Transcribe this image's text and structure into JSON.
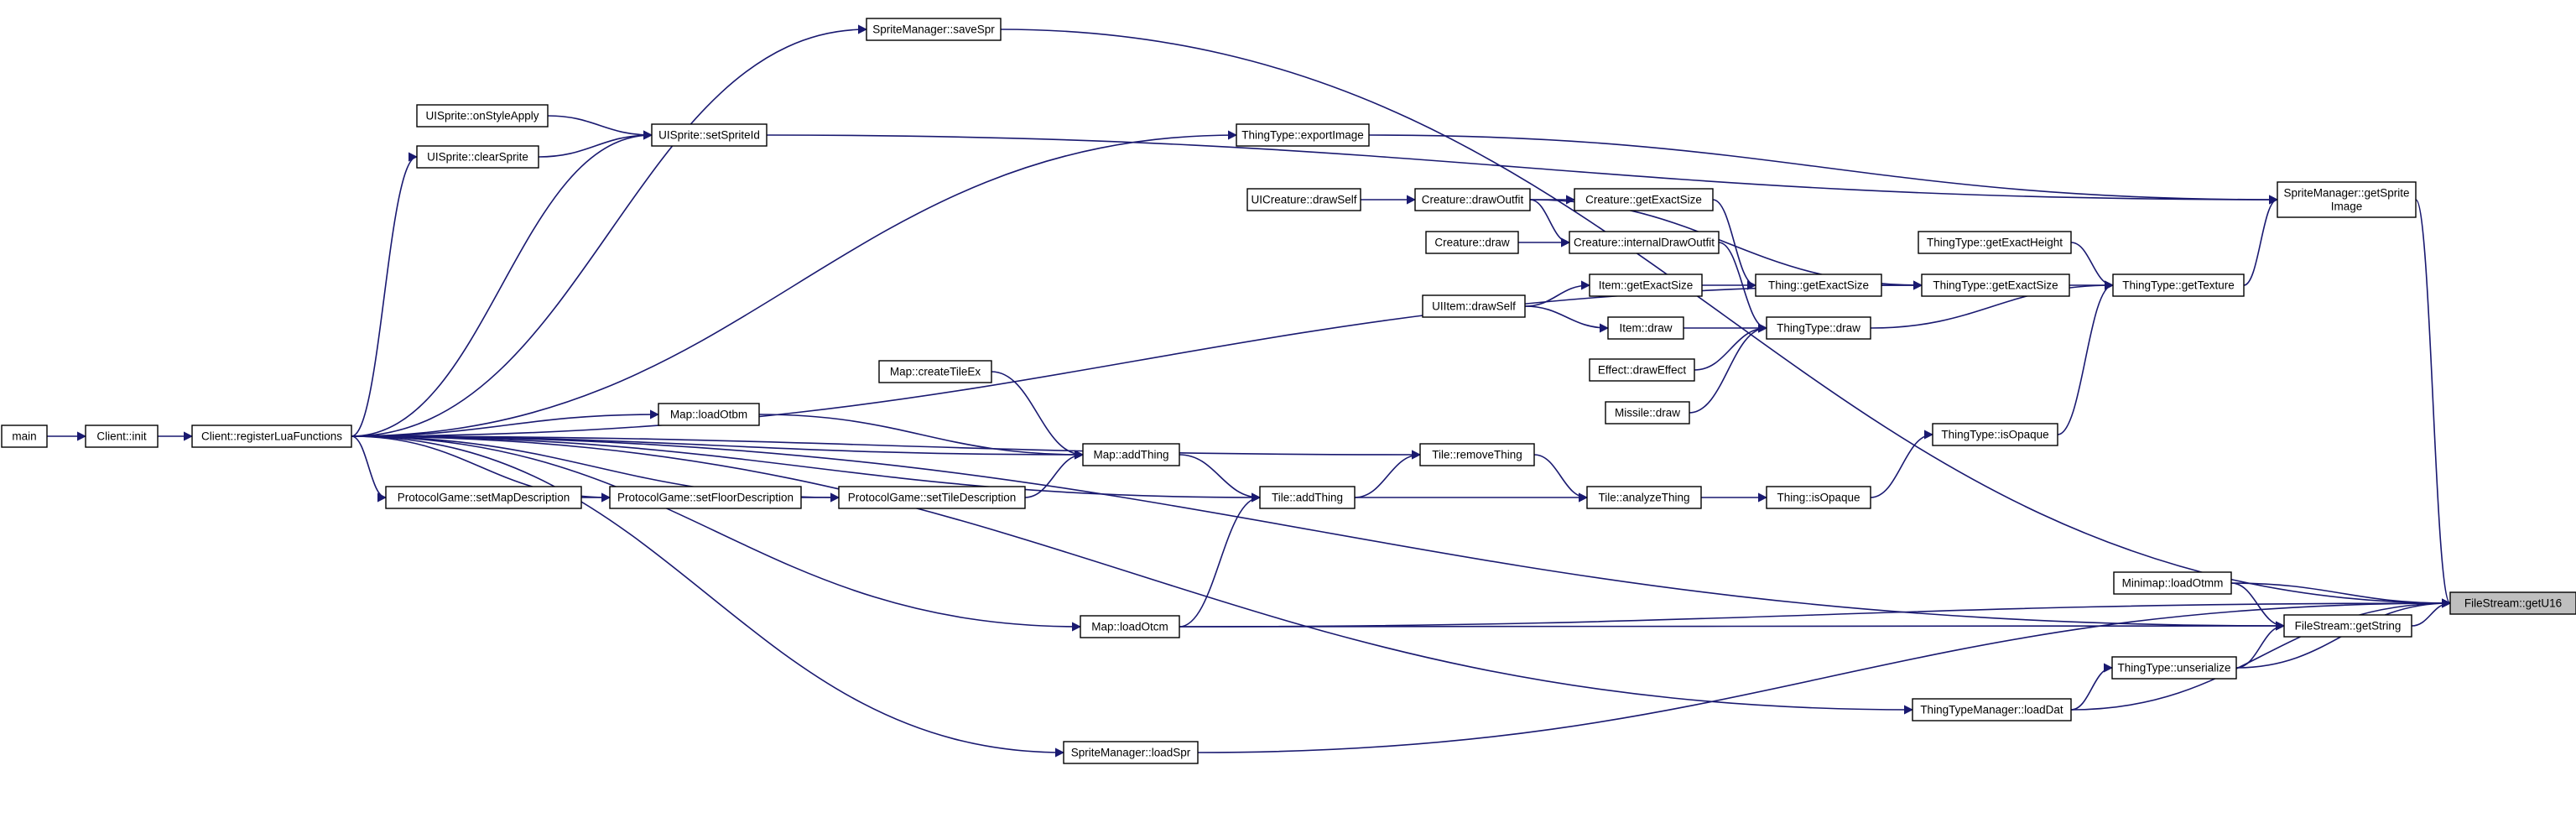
{
  "graph": {
    "target_fill": "#bfbfbf",
    "edge_color": "#191970",
    "nodes": [
      {
        "id": "main",
        "label": [
          "main"
        ]
      },
      {
        "id": "client_init",
        "label": [
          "Client::init"
        ]
      },
      {
        "id": "register_lua",
        "label": [
          "Client::registerLuaFunctions"
        ]
      },
      {
        "id": "save_spr",
        "label": [
          "SpriteManager::saveSpr"
        ]
      },
      {
        "id": "uisprite_onstyle",
        "label": [
          "UISprite::onStyleApply"
        ]
      },
      {
        "id": "uisprite_clear",
        "label": [
          "UISprite::clearSprite"
        ]
      },
      {
        "id": "uisprite_setid",
        "label": [
          "UISprite::setSpriteId"
        ]
      },
      {
        "id": "tt_export",
        "label": [
          "ThingType::exportImage"
        ]
      },
      {
        "id": "uicreature_draw",
        "label": [
          "UICreature::drawSelf"
        ]
      },
      {
        "id": "creature_drawoutfit",
        "label": [
          "Creature::drawOutfit"
        ]
      },
      {
        "id": "creature_exact",
        "label": [
          "Creature::getExactSize"
        ]
      },
      {
        "id": "creature_draw",
        "label": [
          "Creature::draw"
        ]
      },
      {
        "id": "creature_internal",
        "label": [
          "Creature::internalDrawOutfit"
        ]
      },
      {
        "id": "uiitem_draw",
        "label": [
          "UIItem::drawSelf"
        ]
      },
      {
        "id": "item_exact",
        "label": [
          "Item::getExactSize"
        ]
      },
      {
        "id": "item_draw",
        "label": [
          "Item::draw"
        ]
      },
      {
        "id": "effect_draw",
        "label": [
          "Effect::drawEffect"
        ]
      },
      {
        "id": "missile_draw",
        "label": [
          "Missile::draw"
        ]
      },
      {
        "id": "thing_exact",
        "label": [
          "Thing::getExactSize"
        ]
      },
      {
        "id": "tt_draw",
        "label": [
          "ThingType::draw"
        ]
      },
      {
        "id": "tt_exact_height",
        "label": [
          "ThingType::getExactHeight"
        ]
      },
      {
        "id": "tt_exact",
        "label": [
          "ThingType::getExactSize"
        ]
      },
      {
        "id": "tt_texture",
        "label": [
          "ThingType::getTexture"
        ]
      },
      {
        "id": "sm_getimage",
        "label": [
          "SpriteManager::getSprite",
          "Image"
        ]
      },
      {
        "id": "tt_isopaque",
        "label": [
          "ThingType::isOpaque"
        ]
      },
      {
        "id": "map_create",
        "label": [
          "Map::createTileEx"
        ]
      },
      {
        "id": "map_loadotbm",
        "label": [
          "Map::loadOtbm"
        ]
      },
      {
        "id": "map_addthing",
        "label": [
          "Map::addThing"
        ]
      },
      {
        "id": "tile_remove",
        "label": [
          "Tile::removeThing"
        ]
      },
      {
        "id": "pg_setmap",
        "label": [
          "ProtocolGame::setMapDescription"
        ]
      },
      {
        "id": "pg_setfloor",
        "label": [
          "ProtocolGame::setFloorDescription"
        ]
      },
      {
        "id": "pg_settile",
        "label": [
          "ProtocolGame::setTileDescription"
        ]
      },
      {
        "id": "tile_add",
        "label": [
          "Tile::addThing"
        ]
      },
      {
        "id": "tile_analyze",
        "label": [
          "Tile::analyzeThing"
        ]
      },
      {
        "id": "thing_isopaque",
        "label": [
          "Thing::isOpaque"
        ]
      },
      {
        "id": "minimap_load",
        "label": [
          "Minimap::loadOtmm"
        ]
      },
      {
        "id": "map_loadotcm",
        "label": [
          "Map::loadOtcm"
        ]
      },
      {
        "id": "fs_getstring",
        "label": [
          "FileStream::getString"
        ]
      },
      {
        "id": "tt_unserialize",
        "label": [
          "ThingType::unserialize"
        ]
      },
      {
        "id": "ttm_loaddat",
        "label": [
          "ThingTypeManager::loadDat"
        ]
      },
      {
        "id": "sm_loadspr",
        "label": [
          "SpriteManager::loadSpr"
        ]
      },
      {
        "id": "fs_getu16",
        "label": [
          "FileStream::getU16"
        ],
        "highlight": true
      }
    ]
  }
}
